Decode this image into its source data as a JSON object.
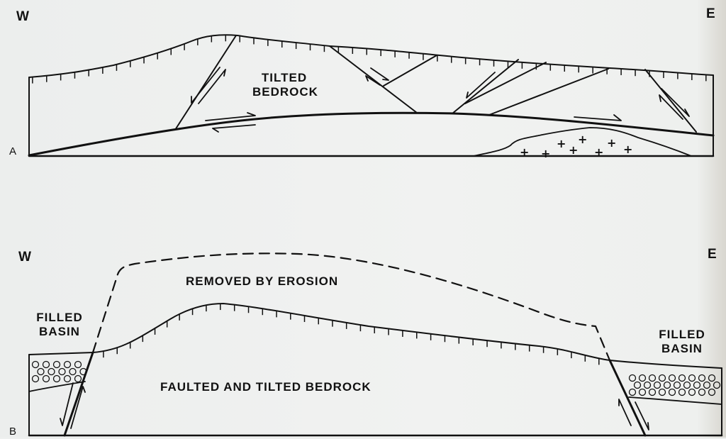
{
  "figure": {
    "panel_a": {
      "id_label": "A",
      "west_label": "W",
      "east_label": "E",
      "region_label_line1": "TILTED",
      "region_label_line2": "BEDROCK"
    },
    "panel_b": {
      "id_label": "B",
      "west_label": "W",
      "east_label": "E",
      "removed_label": "REMOVED BY EROSION",
      "bedrock_label": "FAULTED AND TILTED BEDROCK",
      "basin_west_line1": "FILLED",
      "basin_west_line2": "BASIN",
      "basin_east_line1": "FILLED",
      "basin_east_line2": "BASIN"
    }
  },
  "colors": {
    "ink": "#111111",
    "paper": "#eef0ef"
  },
  "icons": {
    "granite_intrusion": "plus-symbols",
    "basin_fill": "circle-gravel",
    "fault_motion": "half-arrow-pairs"
  }
}
